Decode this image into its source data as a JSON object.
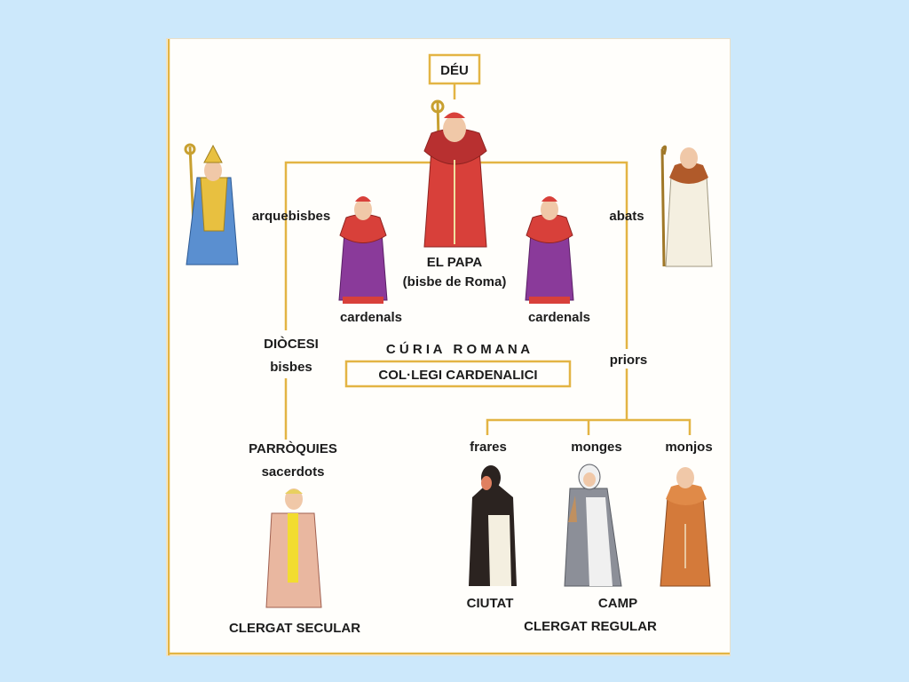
{
  "nodes": {
    "deu": "DÉU",
    "pope_name": "EL PAPA",
    "pope_note": "(bisbe de Roma)",
    "archbishops": "arquebisbes",
    "abbots": "abats",
    "cardinals_left": "cardenals",
    "cardinals_right": "cardenals",
    "diocese": "DIÒCESI",
    "bishops": "bisbes",
    "curia": "C Ú R I A   R O M A N A",
    "college": "COL·LEGI CARDENALICI",
    "priors": "priors",
    "parishes": "PARRÒQUIES",
    "priests": "sacerdots",
    "friars": "frares",
    "nuns": "monges",
    "monks": "monjos",
    "city": "CIUTAT",
    "countryside": "CAMP",
    "secular_clergy": "CLERGAT SECULAR",
    "regular_clergy": "CLERGAT REGULAR"
  },
  "colors": {
    "connector": "#e3b444",
    "pope_robe": "#d8403a",
    "cardinal_robe": "#8a3a9a",
    "archbishop_robe": "#5a8fd0",
    "abbot_robe": "#f4efe0",
    "friar_habit": "#2b2320",
    "nun_habit": "#8c8f98",
    "monk_habit": "#d47a3a",
    "priest_vestment": "#e9b7a0"
  },
  "figures": [
    "pope",
    "cardinal",
    "cardinal",
    "archbishop",
    "abbot",
    "priest",
    "friar",
    "nun",
    "monk"
  ]
}
